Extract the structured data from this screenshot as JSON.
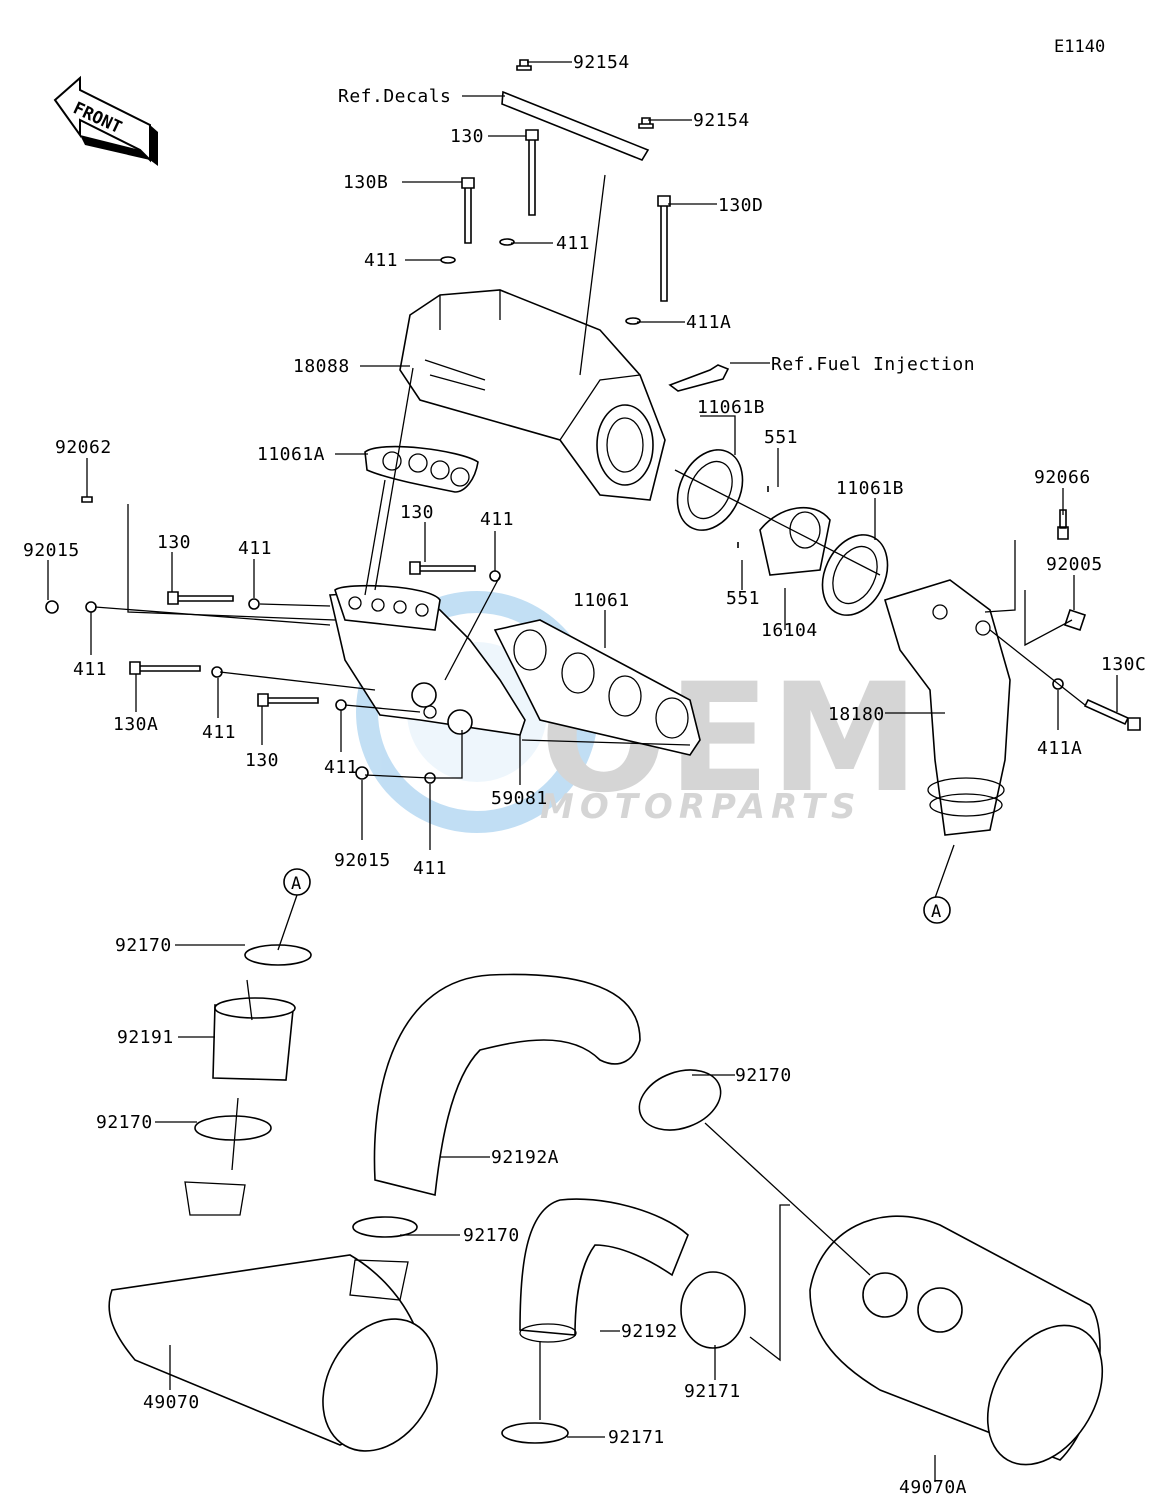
{
  "diagram_code": "E1140",
  "front_label": "FRONT",
  "watermark": {
    "brand": "OEM",
    "sub": "MOTORPARTS"
  },
  "callout_letter": "A",
  "parts": {
    "p92154_a": "92154",
    "p92154_b": "92154",
    "ref_decals": "Ref.Decals",
    "p130_top": "130",
    "p130B": "130B",
    "p130D": "130D",
    "p411_top_r": "411",
    "p411_top_l": "411",
    "p411A_top": "411A",
    "ref_fuel": "Ref.Fuel Injection",
    "p18088": "18088",
    "p11061B_a": "11061B",
    "p551_a": "551",
    "p11061B_b": "11061B",
    "p92066": "92066",
    "p92062": "92062",
    "p11061A": "11061A",
    "p130_mid": "130",
    "p411_mid": "411",
    "p92015_top": "92015",
    "p130_l": "130",
    "p411_l": "411",
    "p11061": "11061",
    "p551_b": "551",
    "p16104": "16104",
    "p92005": "92005",
    "p130C": "130C",
    "p411_ll": "411",
    "p130A": "130A",
    "p411_lm": "411",
    "p130_low": "130",
    "p411_low": "411",
    "p18180": "18180",
    "p411A_r": "411A",
    "p59081": "59081",
    "p92015_bot": "92015",
    "p411_bot": "411",
    "p92170_a": "92170",
    "p92191": "92191",
    "p92170_b": "92170",
    "p92170_c": "92170",
    "p92192A": "92192A",
    "p92170_d": "92170",
    "p92192": "92192",
    "p92171_a": "92171",
    "p49070": "49070",
    "p92171_b": "92171",
    "p49070A": "49070A"
  }
}
